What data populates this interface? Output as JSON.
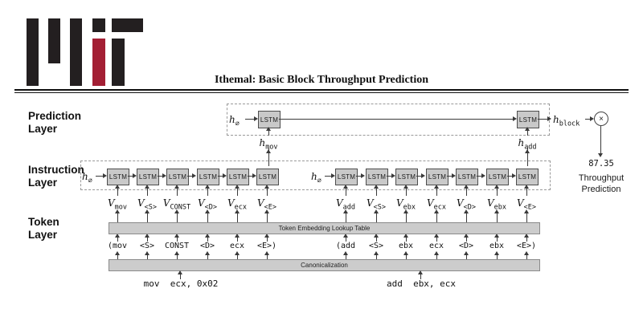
{
  "title": "Ithemal: Basic Block Throughput Prediction",
  "logo": {
    "black": "#231f20",
    "red": "#a31f34"
  },
  "layer_labels": {
    "prediction": [
      "Prediction",
      "Layer"
    ],
    "instruction": [
      "Instruction",
      "Layer"
    ],
    "token": [
      "Token",
      "Layer"
    ]
  },
  "prediction_layer": {
    "h_init": {
      "base": "h",
      "sub": "∅"
    },
    "lstm_label": "LSTM",
    "h_mov": {
      "base": "h",
      "sub": "mov"
    },
    "h_add": {
      "base": "h",
      "sub": "add"
    },
    "h_block": {
      "base": "h",
      "sub": "block"
    },
    "multiply": "×",
    "output_value": "87.35",
    "output_label_lines": [
      "Throughput",
      "Prediction"
    ]
  },
  "instruction_layer": {
    "lstm_label": "LSTM",
    "h_init": {
      "base": "h",
      "sub": "∅"
    },
    "group_sizes": [
      6,
      7
    ]
  },
  "token_layer": {
    "embedding_bar": "Token Embedding Lookup Table",
    "canonicalization_bar": "Canonicalization",
    "vector_base": "V",
    "vector_subs": [
      "mov",
      "<S>",
      "CONST",
      "<D>",
      "ecx",
      "<E>",
      "add",
      "<S>",
      "ebx",
      "ecx",
      "<D>",
      "ebx",
      "<E>"
    ],
    "tokens": [
      "(mov",
      "<S>",
      "CONST",
      "<D>",
      "ecx",
      "<E>)",
      "(add",
      "<S>",
      "ebx",
      "ecx",
      "<D>",
      "ebx",
      "<E>)"
    ],
    "instructions": [
      "mov  ecx, 0x02",
      "add  ebx, ecx"
    ]
  },
  "colors": {
    "box_fill": "#c9c9c9",
    "box_border": "#4d4d4d",
    "bar_fill": "#cccccc",
    "bar_border": "#8a8a8a",
    "line": "#3a3a3a",
    "dashed_border": "#999999"
  }
}
